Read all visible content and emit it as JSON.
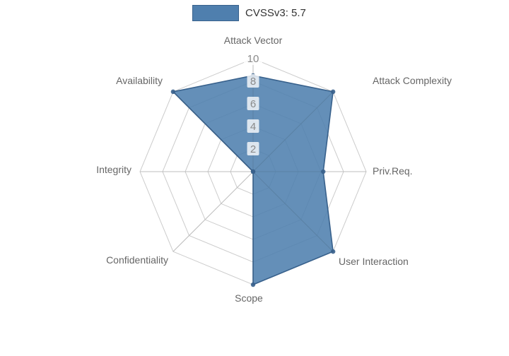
{
  "chart_data": {
    "type": "radar",
    "legend_position": "top-center",
    "categories": [
      "Attack Vector",
      "Attack Complexity",
      "Priv.Req.",
      "User Interaction",
      "Scope",
      "Confidentiality",
      "Integrity",
      "Availability"
    ],
    "series": [
      {
        "name": "CVSSv3: 5.7",
        "values": [
          8.5,
          10,
          6.2,
          10,
          10,
          0,
          0,
          10
        ]
      }
    ],
    "radial_ticks": [
      "2",
      "4",
      "6",
      "8",
      "10"
    ],
    "radial_tick_values": [
      2,
      4,
      6,
      8,
      10
    ],
    "rlim": [
      0,
      10
    ],
    "grid": true,
    "colors": {
      "series_fill": "#4f7fae",
      "series_stroke": "#38618c",
      "grid_line": "#cccccc",
      "tick_label": "#8a8a8a",
      "tick_box": "rgba(255,255,255,0.78)",
      "axis_label": "#666666",
      "legend_text": "#333333",
      "background": "#ffffff"
    }
  }
}
